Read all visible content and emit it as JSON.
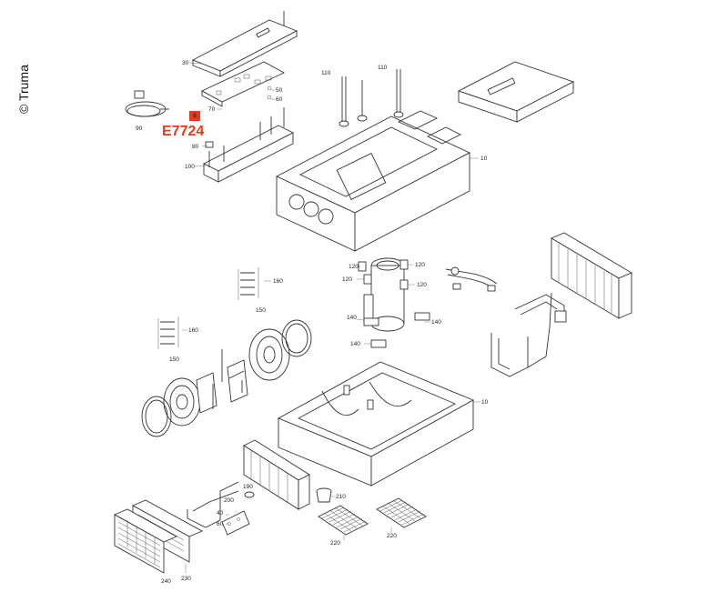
{
  "copyright": "© Truma",
  "callout": {
    "number": "6",
    "code": "E7724",
    "color": "#e53a1e"
  },
  "labels": {
    "l30": "30",
    "l50": "50",
    "l60a": "60",
    "l70": "70",
    "l80": "80",
    "l90": "90",
    "l100": "100",
    "l110a": "110",
    "l110b": "110",
    "l10a": "10",
    "l10b": "10",
    "l120a": "120",
    "l120b": "120",
    "l120c": "120",
    "l120d": "120",
    "l140a": "140",
    "l140b": "140",
    "l140c": "140",
    "l150a": "150",
    "l150b": "150",
    "l160a": "160",
    "l160b": "160",
    "l190": "190",
    "l200": "200",
    "l210": "210",
    "l220a": "220",
    "l220b": "220",
    "l230": "230",
    "l240": "240",
    "l40": "40",
    "l60b": "60"
  }
}
